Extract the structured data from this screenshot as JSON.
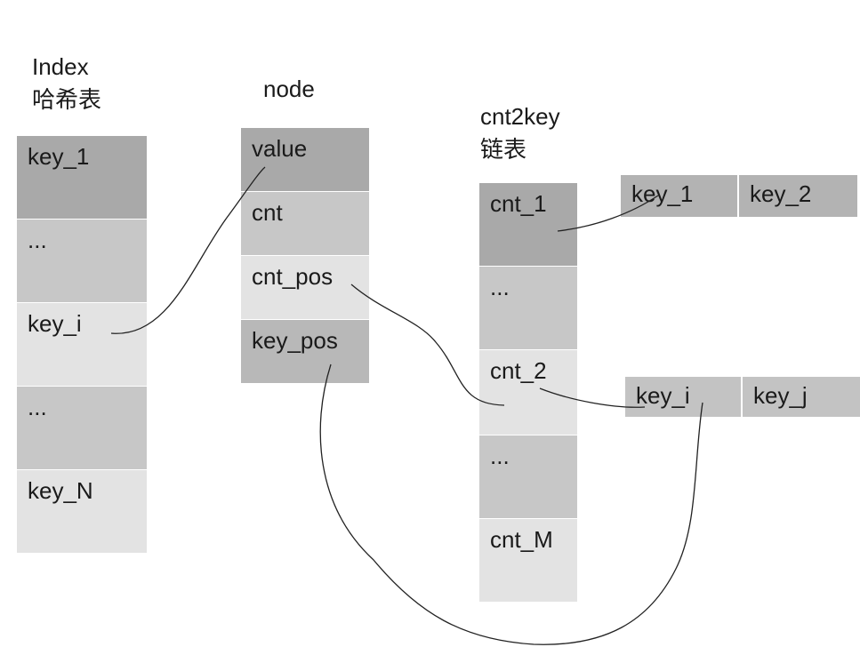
{
  "index": {
    "title": "Index",
    "subtitle": "哈希表",
    "cells": [
      {
        "text": "key_1",
        "color": "#a9a9a9"
      },
      {
        "text": "...",
        "color": "#c7c7c7"
      },
      {
        "text": "key_i",
        "color": "#e3e3e3"
      },
      {
        "text": "...",
        "color": "#c7c7c7"
      },
      {
        "text": "key_N",
        "color": "#e3e3e3"
      }
    ]
  },
  "node": {
    "title": "node",
    "cells": [
      {
        "text": "value",
        "color": "#a9a9a9"
      },
      {
        "text": "cnt",
        "color": "#c7c7c7"
      },
      {
        "text": "cnt_pos",
        "color": "#e3e3e3"
      },
      {
        "text": "key_pos",
        "color": "#b8b8b8"
      }
    ]
  },
  "cnt2key": {
    "title": "cnt2key",
    "subtitle": "链表",
    "cells": [
      {
        "text": "cnt_1",
        "color": "#a9a9a9"
      },
      {
        "text": "...",
        "color": "#c7c7c7"
      },
      {
        "text": "cnt_2",
        "color": "#e3e3e3"
      },
      {
        "text": "...",
        "color": "#c7c7c7"
      },
      {
        "text": "cnt_M",
        "color": "#e3e3e3"
      }
    ]
  },
  "list1": {
    "cells": [
      {
        "text": "key_1",
        "color": "#b3b3b3"
      },
      {
        "text": "key_2",
        "color": "#b3b3b3"
      }
    ]
  },
  "list2": {
    "cells": [
      {
        "text": "key_i",
        "color": "#c3c3c3"
      },
      {
        "text": "key_j",
        "color": "#c3c3c3"
      }
    ]
  },
  "line_color": "#222222"
}
